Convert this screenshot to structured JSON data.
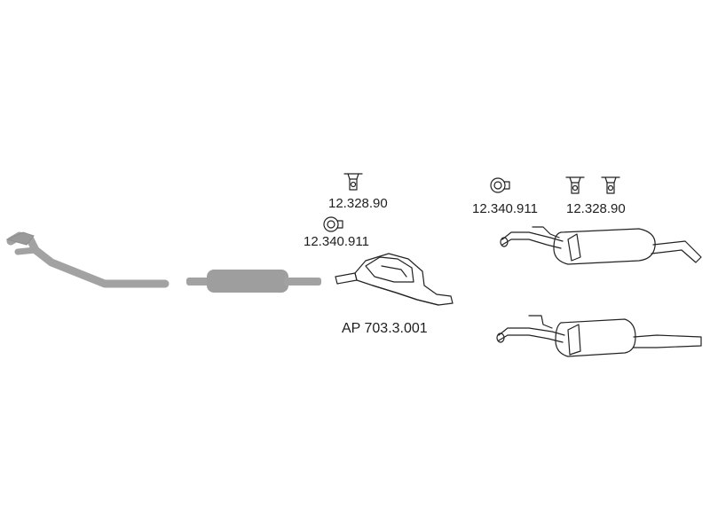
{
  "labels": {
    "hanger_center": "12.328.90",
    "clamp_center": "12.340.911",
    "main_part": "AP 703.3.001",
    "clamp_right": "12.340.911",
    "hanger_right": "12.328.90"
  },
  "colors": {
    "pipe_gray": "#a2a2a2",
    "pipe_shade": "#8e8e8e",
    "outline": "#222222",
    "muffler_fill": "#cfcfcf",
    "muffler_light": "#e4e4e4"
  },
  "icons": {
    "hanger": "rubber-hanger-icon",
    "clamp": "pipe-clamp-icon"
  }
}
